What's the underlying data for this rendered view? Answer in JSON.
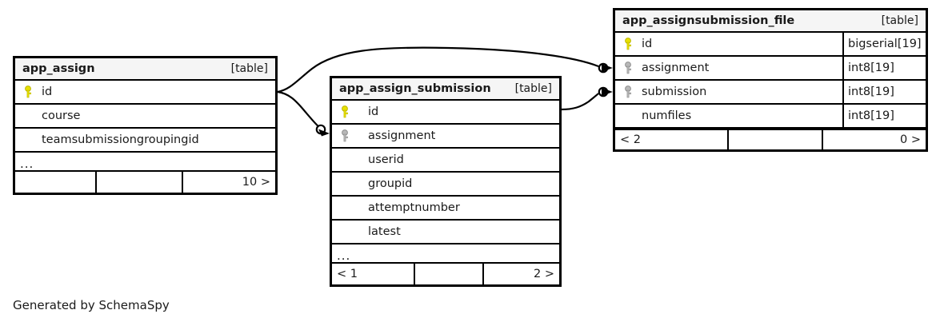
{
  "diagram": {
    "caption": "Generated by SchemaSpy",
    "table_tag": "[table]",
    "ellipsis": "...",
    "colors": {
      "primary_key": "#e8e100",
      "foreign_key": "#a9a9a9",
      "border": "#000000",
      "header_bg": "#f5f5f5",
      "background": "#ffffff",
      "text": "#1a1a1a"
    }
  },
  "tables": [
    {
      "id": "app_assign",
      "name": "app_assign",
      "tag": "[table]",
      "columns": [
        {
          "key": "primary",
          "name": "id",
          "type": ""
        },
        {
          "key": "none",
          "name": "course",
          "type": ""
        },
        {
          "key": "none",
          "name": "teamsubmissiongroupingid",
          "type": ""
        }
      ],
      "more": "...",
      "footer": {
        "left": "",
        "middle": "",
        "right": "10 >"
      }
    },
    {
      "id": "app_assign_submission",
      "name": "app_assign_submission",
      "tag": "[table]",
      "columns": [
        {
          "key": "primary",
          "name": "id",
          "type": ""
        },
        {
          "key": "foreign",
          "name": "assignment",
          "type": ""
        },
        {
          "key": "none",
          "name": "userid",
          "type": ""
        },
        {
          "key": "none",
          "name": "groupid",
          "type": ""
        },
        {
          "key": "none",
          "name": "attemptnumber",
          "type": ""
        },
        {
          "key": "none",
          "name": "latest",
          "type": ""
        }
      ],
      "more": "...",
      "footer": {
        "left": "< 1",
        "middle": "",
        "right": "2 >"
      }
    },
    {
      "id": "app_assignsubmission_file",
      "name": "app_assignsubmission_file",
      "tag": "[table]",
      "columns": [
        {
          "key": "primary",
          "name": "id",
          "type": "bigserial[19]"
        },
        {
          "key": "foreign",
          "name": "assignment",
          "type": "int8[19]"
        },
        {
          "key": "foreign",
          "name": "submission",
          "type": "int8[19]"
        },
        {
          "key": "none",
          "name": "numfiles",
          "type": "int8[19]"
        }
      ],
      "more": "",
      "footer": {
        "left": "< 2",
        "middle": "",
        "right": "0 >"
      }
    }
  ],
  "relationships": [
    {
      "id": "assign-to-submission",
      "from_table": "app_assign",
      "from_column": "id",
      "to_table": "app_assign_submission",
      "to_column": "assignment",
      "optional": true
    },
    {
      "id": "assign-to-file-assignment",
      "from_table": "app_assign",
      "from_column": "id",
      "to_table": "app_assignsubmission_file",
      "to_column": "assignment",
      "optional": true
    },
    {
      "id": "submission-to-file-submission",
      "from_table": "app_assign_submission",
      "from_column": "id",
      "to_table": "app_assignsubmission_file",
      "to_column": "submission",
      "optional": true
    }
  ]
}
